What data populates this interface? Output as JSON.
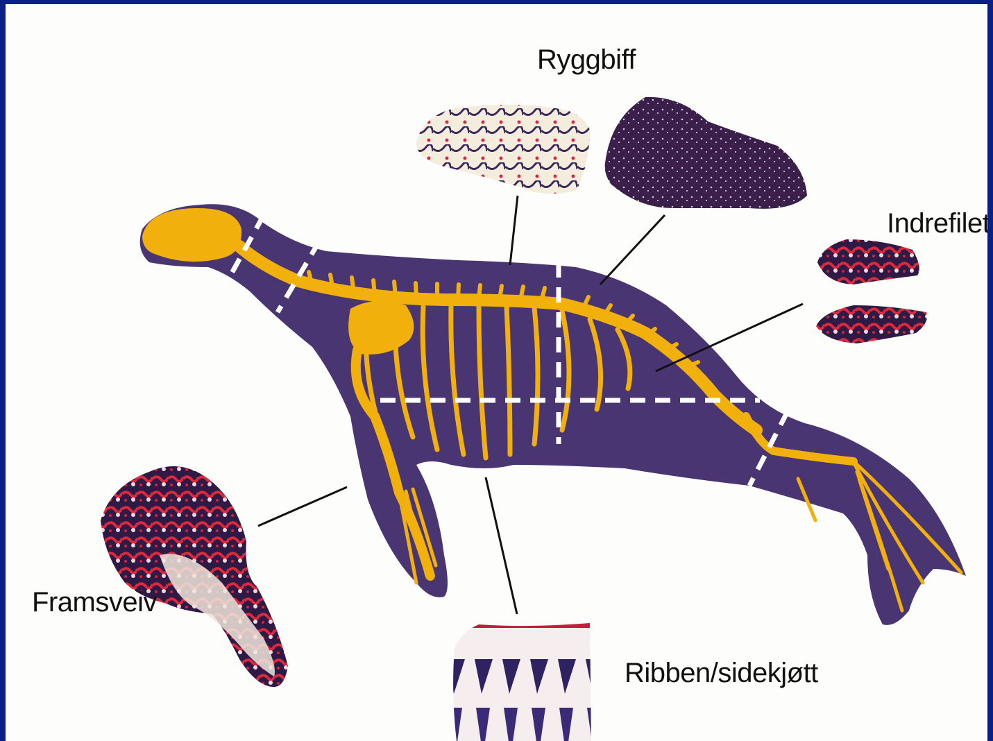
{
  "labels": {
    "back_steak": "Ryggbiff",
    "tenderloin": "Indrefilet",
    "foreleg": "Framsveiv",
    "ribs": "Ribben/sidekjøtt"
  },
  "colors": {
    "frame": "#0a1f8a",
    "background": "#fdfdfb",
    "body": "#4a3573",
    "skeleton": "#f2b00c",
    "cut_lines": "#ffffff",
    "leader_lines": "#111111"
  },
  "icons": {
    "body": "seal-silhouette",
    "skeleton": "seal-skeleton",
    "meat": "meat-cut-photo"
  }
}
